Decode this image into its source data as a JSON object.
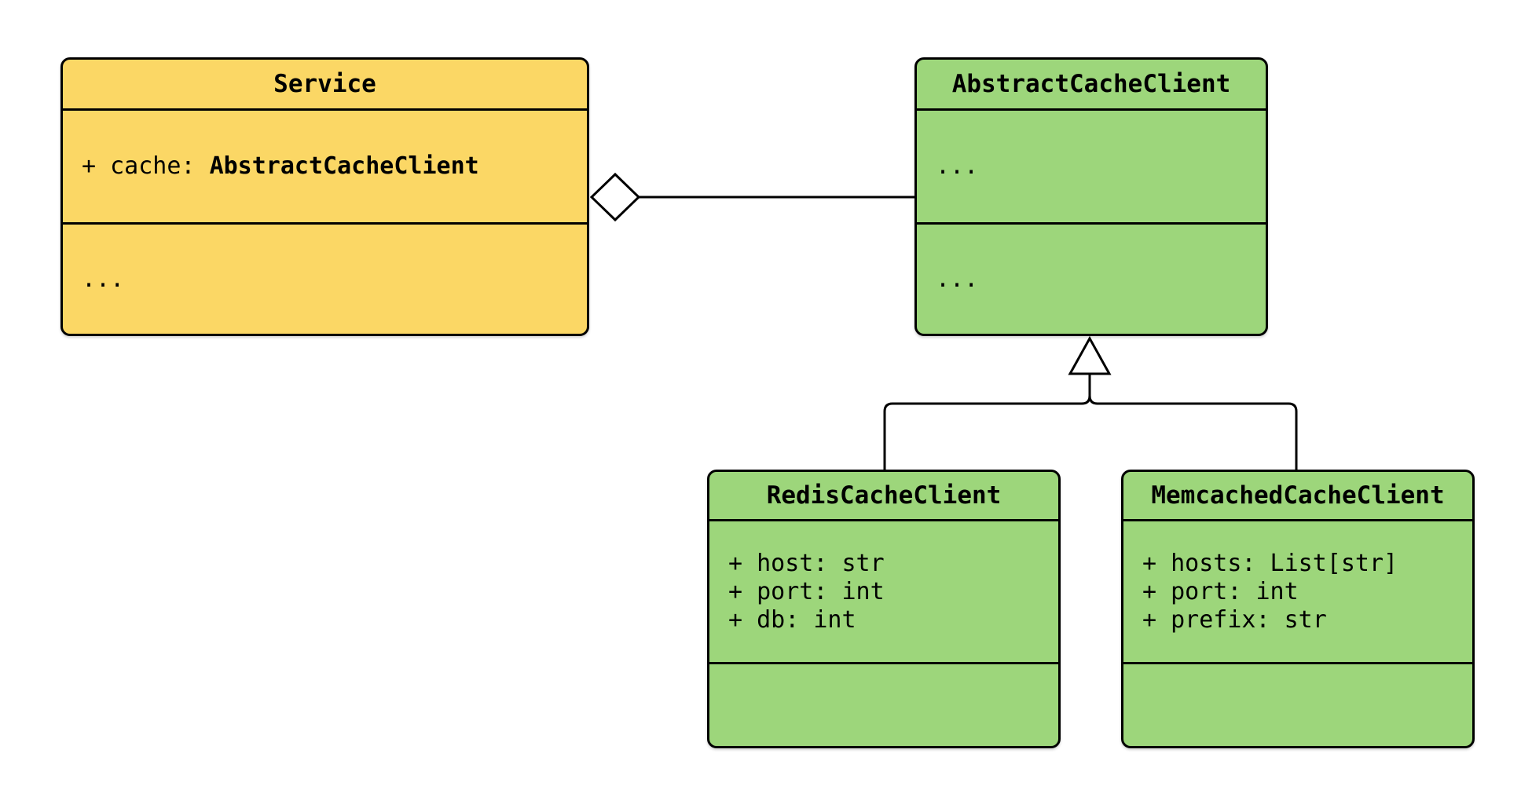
{
  "diagram": {
    "kind": "uml-class-diagram",
    "colors": {
      "background": "#ffffff",
      "stroke": "#000000",
      "service_fill": "#fbd765",
      "cache_fill": "#9dd67b",
      "marker_fill": "#ffffff"
    },
    "classes": [
      {
        "name": "Service",
        "attribute_prefix": "+ cache: ",
        "attribute_type": "AbstractCacheClient",
        "methods": [
          "..."
        ]
      },
      {
        "name": "AbstractCacheClient",
        "attributes": [
          "..."
        ],
        "methods": [
          "..."
        ]
      },
      {
        "name": "RedisCacheClient",
        "attributes": [
          "+ host: str",
          "+ port: int",
          "+ db: int"
        ],
        "methods": []
      },
      {
        "name": "MemcachedCacheClient",
        "attributes": [
          "+ hosts: List[str]",
          "+ port: int",
          "+ prefix: str"
        ],
        "methods": []
      }
    ],
    "relations": [
      {
        "type": "aggregation",
        "owner": "Service",
        "part": "AbstractCacheClient"
      },
      {
        "type": "inheritance",
        "child": "RedisCacheClient",
        "parent": "AbstractCacheClient"
      },
      {
        "type": "inheritance",
        "child": "MemcachedCacheClient",
        "parent": "AbstractCacheClient"
      }
    ]
  }
}
